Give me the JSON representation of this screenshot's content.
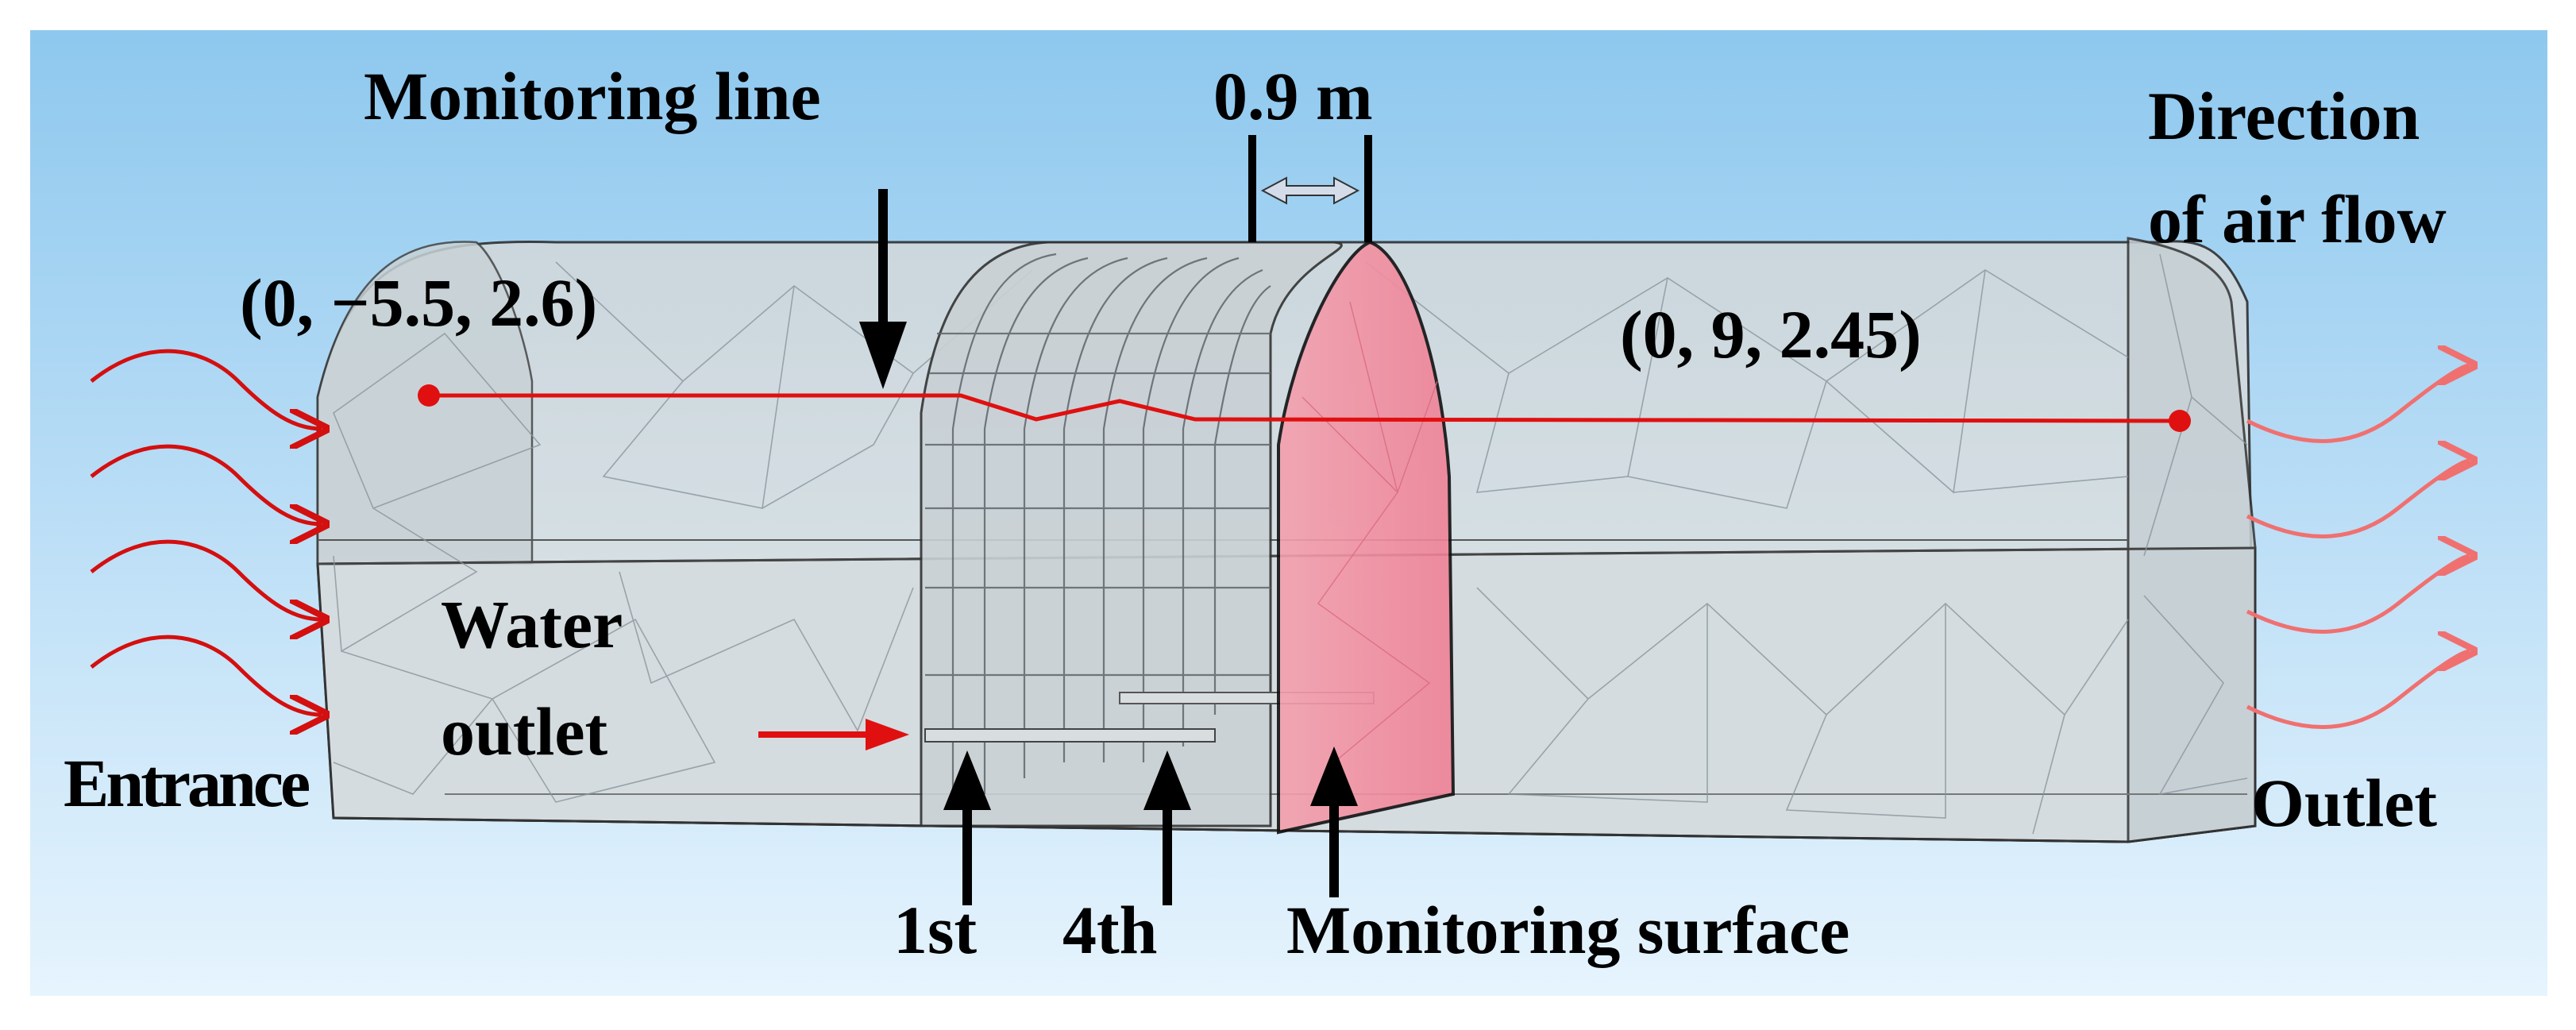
{
  "labels": {
    "monitoring_line": "Monitoring line",
    "width": "0.9 m",
    "direction_line1": "Direction",
    "direction_line2": "of air flow",
    "start_point": "(0, −5.5, 2.6)",
    "end_point": "(0, 9, 2.45)",
    "water_line1": "Water",
    "water_line2": "outlet",
    "entrance": "Entrance",
    "outlet": "Outlet",
    "first": "1st",
    "fourth": "4th",
    "monitoring_surface": "Monitoring surface"
  },
  "colors": {
    "background_top": "#8ec8ee",
    "background_bottom": "#e6f4fd",
    "tunnel_fill": "#d9e2e6",
    "mesh_line": "#8a959c",
    "monitor_line": "#e01010",
    "inflow_arrow": "#d40f0f",
    "outflow_arrow": "#f07070",
    "surface_fill": "#f08a9c",
    "pointer_arrow": "#000000",
    "width_arrow": "#c9d3e3"
  }
}
